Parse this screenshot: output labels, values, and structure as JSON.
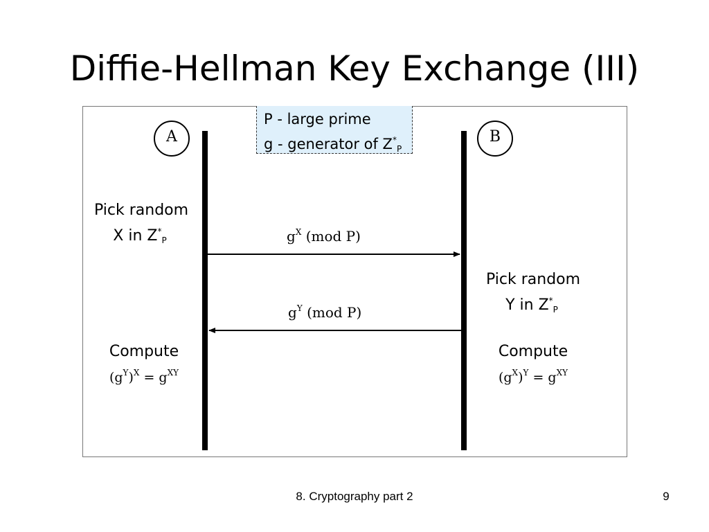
{
  "slide": {
    "title": "Diffie-Hellman Key Exchange (III)",
    "footer_text": "8. Cryptography part 2",
    "page_number": "9"
  },
  "diagram": {
    "params": {
      "line1": "P - large prime",
      "line2_prefix": "g - generator of Z",
      "line2_sup": "*",
      "line2_sub": "P"
    },
    "party_a": "A",
    "party_b": "B",
    "a_pick": {
      "line1": "Pick random",
      "line2_prefix": "X in Z",
      "line2_sup": "*",
      "line2_sub": "P"
    },
    "b_pick": {
      "line1": "Pick random",
      "line2_prefix": "Y in Z",
      "line2_sup": "*",
      "line2_sub": "P"
    },
    "msg_a_to_b": {
      "base": "g",
      "exp": "X",
      "suffix": " (mod P)"
    },
    "msg_b_to_a": {
      "base": "g",
      "exp": "Y",
      "suffix": " (mod P)"
    },
    "a_compute": {
      "label": "Compute",
      "open": "(g",
      "inner_exp": "Y",
      "close": ")",
      "outer_exp": "X",
      "equals": " = g",
      "result_exp": "XY"
    },
    "b_compute": {
      "label": "Compute",
      "open": "(g",
      "inner_exp": "X",
      "close": ")",
      "outer_exp": "Y",
      "equals": " = g",
      "result_exp": "XY"
    }
  }
}
